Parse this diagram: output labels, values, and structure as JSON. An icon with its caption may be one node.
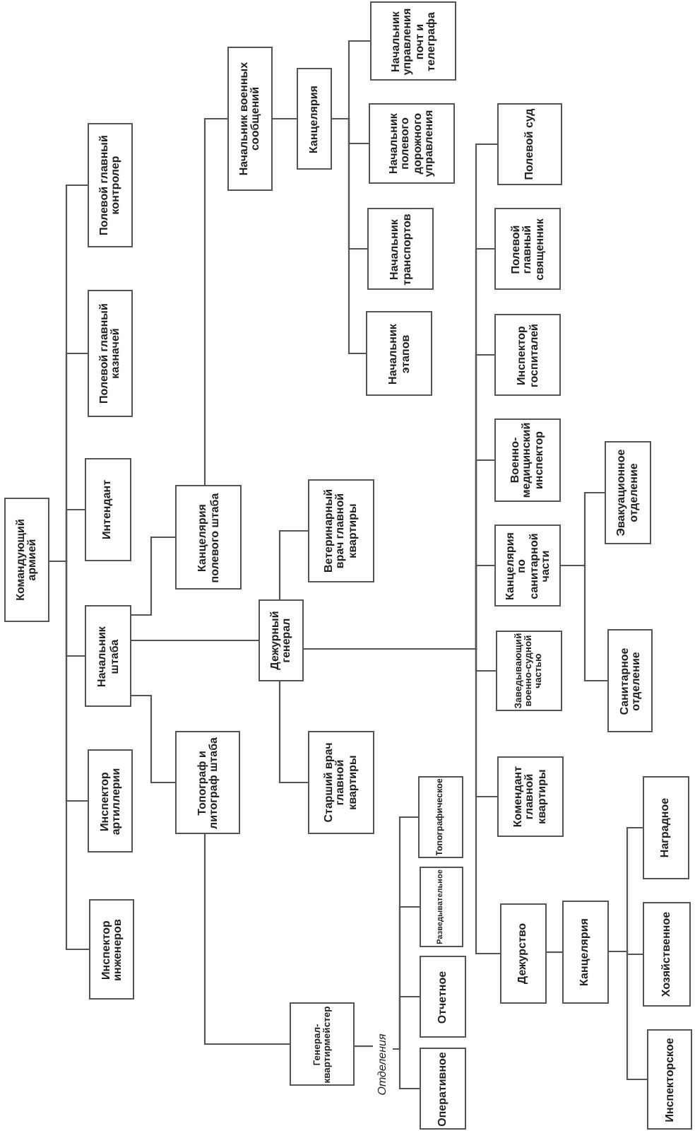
{
  "diagram": {
    "nodes": [
      {
        "text": [
          "Командующий армией"
        ]
      },
      {
        "text": [
          "Полевой главный контролер"
        ]
      },
      {
        "text": [
          "Полевой главный казначей"
        ]
      },
      {
        "text": [
          "Интендант"
        ]
      },
      {
        "text": [
          "Начальник штаба"
        ]
      },
      {
        "text": [
          "Инспектор артиллерии"
        ]
      },
      {
        "text": [
          "Инспектор инженеров"
        ]
      },
      {
        "text": [
          "Канцелярия полевого штаба"
        ]
      },
      {
        "text": [
          "Дежурный генерал"
        ]
      },
      {
        "text": [
          "Топограф и литограф штаба"
        ]
      },
      {
        "text": [
          "Начальник военных сообщений"
        ]
      },
      {
        "text": [
          "Канцелярия"
        ]
      },
      {
        "text": [
          "Начальник управления почт и телеграфа"
        ]
      },
      {
        "text": [
          "Начальник полевого дорожного управления"
        ]
      },
      {
        "text": [
          "Начальник транспортов"
        ]
      },
      {
        "text": [
          "Начальник этапов"
        ]
      },
      {
        "text": [
          "Ветеринарный врач главной квартиры"
        ]
      },
      {
        "text": [
          "Старший врач главной квартиры"
        ]
      },
      {
        "text": [
          "Полевой суд"
        ]
      },
      {
        "text": [
          "Полевой главный священник"
        ]
      },
      {
        "text": [
          "Инспектор госпиталей"
        ]
      },
      {
        "text": [
          "Военно-медицинский инспектор"
        ]
      },
      {
        "text": [
          "Канцелярия по санитарной части"
        ]
      },
      {
        "text": [
          "Заведывающий военно-судной частью"
        ]
      },
      {
        "text": [
          "Комендант главной квартиры"
        ]
      },
      {
        "text": [
          "Дежурство"
        ]
      },
      {
        "text": [
          "Эвакуационное отделение"
        ]
      },
      {
        "text": [
          "Санитарное отделение"
        ]
      },
      {
        "text": [
          "Канцелярия"
        ]
      },
      {
        "text": [
          "Наградное"
        ]
      },
      {
        "text": [
          "Хозяйственное"
        ]
      },
      {
        "text": [
          "Инспекторское"
        ]
      },
      {
        "text": [
          "Генерал-квартирмейстер"
        ]
      },
      {
        "text": [
          "Отделения"
        ]
      },
      {
        "text": [
          "Топографическое"
        ]
      },
      {
        "text": [
          "Разведывательное"
        ]
      },
      {
        "text": [
          "Отчетное"
        ]
      },
      {
        "text": [
          "Оперативное"
        ]
      }
    ],
    "edges": [
      {
        "from": 0,
        "to": 1,
        "arrow": "none"
      },
      {
        "from": 0,
        "to": 2,
        "arrow": "none"
      },
      {
        "from": 0,
        "to": 3,
        "arrow": "none"
      },
      {
        "from": 0,
        "to": 4,
        "arrow": "none"
      },
      {
        "from": 0,
        "to": 5,
        "arrow": "none"
      },
      {
        "from": 0,
        "to": 6,
        "arrow": "none"
      },
      {
        "from": 4,
        "to": 7,
        "arrow": "none"
      },
      {
        "from": 4,
        "to": 8,
        "arrow": "none"
      },
      {
        "from": 4,
        "to": 9,
        "arrow": "none"
      },
      {
        "from": 7,
        "to": 10,
        "arrow": "none"
      },
      {
        "from": 10,
        "to": 11,
        "arrow": "none"
      },
      {
        "from": 11,
        "to": 12,
        "arrow": "none"
      },
      {
        "from": 11,
        "to": 13,
        "arrow": "none"
      },
      {
        "from": 11,
        "to": 14,
        "arrow": "none"
      },
      {
        "from": 11,
        "to": 15,
        "arrow": "none"
      },
      {
        "from": 8,
        "to": 16,
        "arrow": "none"
      },
      {
        "from": 8,
        "to": 17,
        "arrow": "none"
      },
      {
        "from": 8,
        "to": 18,
        "arrow": "none"
      },
      {
        "from": 8,
        "to": 19,
        "arrow": "none"
      },
      {
        "from": 8,
        "to": 20,
        "arrow": "none"
      },
      {
        "from": 8,
        "to": 21,
        "arrow": "none"
      },
      {
        "from": 8,
        "to": 22,
        "arrow": "none"
      },
      {
        "from": 8,
        "to": 23,
        "arrow": "none"
      },
      {
        "from": 8,
        "to": 24,
        "arrow": "none"
      },
      {
        "from": 8,
        "to": 25,
        "arrow": "none"
      },
      {
        "from": 22,
        "to": 26,
        "arrow": "none"
      },
      {
        "from": 22,
        "to": 27,
        "arrow": "none"
      },
      {
        "from": 25,
        "to": 28,
        "arrow": "none"
      },
      {
        "from": 28,
        "to": 29,
        "arrow": "none"
      },
      {
        "from": 28,
        "to": 30,
        "arrow": "none"
      },
      {
        "from": 28,
        "to": 31,
        "arrow": "none"
      },
      {
        "from": 9,
        "to": 32,
        "arrow": "none"
      },
      {
        "from": 32,
        "to": 33,
        "arrow": "none"
      },
      {
        "from": 33,
        "to": 34,
        "arrow": "none"
      },
      {
        "from": 33,
        "to": 35,
        "arrow": "none"
      },
      {
        "from": 33,
        "to": 36,
        "arrow": "none"
      },
      {
        "from": 33,
        "to": 37,
        "arrow": "none"
      }
    ]
  }
}
